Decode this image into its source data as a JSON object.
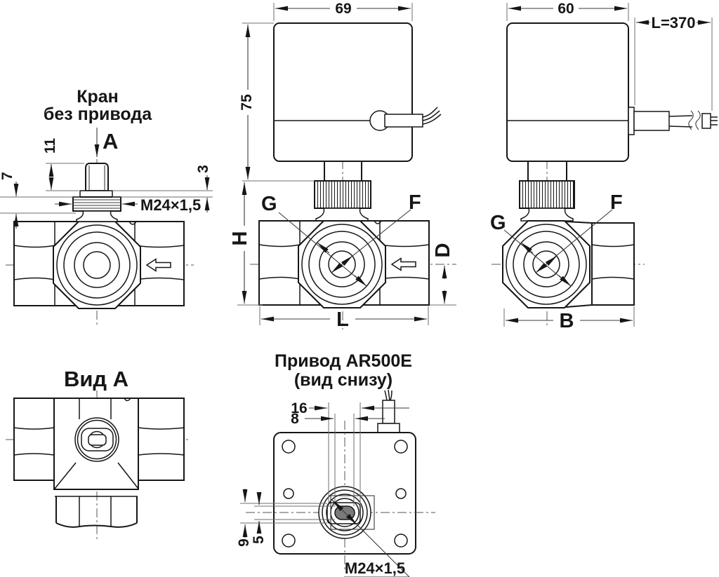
{
  "colors": {
    "line": "#161616",
    "thin_line": "#3a3a3a",
    "centerline": "#555555",
    "slot_fill": "#7a7a7a",
    "background": "#ffffff"
  },
  "views": {
    "valve_without_actuator": {
      "title_line1": "Кран",
      "title_line2": "без привода",
      "view_label": "A",
      "dim_stem_height": "11",
      "dim_collar_height": "7",
      "dim_flange_height": "3",
      "thread_label": "M24×1,5"
    },
    "valve_with_actuator_front": {
      "dim_width": "69",
      "dim_height": "75",
      "dim_body_height": "H",
      "dim_port": "D",
      "dim_length": "L",
      "label_thread": "G",
      "label_bore": "F"
    },
    "valve_with_actuator_side": {
      "dim_width": "60",
      "dim_cable_length": "L=370",
      "dim_body_width": "B",
      "label_thread": "G",
      "label_bore": "F"
    },
    "view_a": {
      "title": "Вид А"
    },
    "actuator_bottom": {
      "title_line1": "Привод AR500E",
      "title_line2": "(вид снизу)",
      "dim_flange_width": "16",
      "dim_slot_width": "8",
      "dim_flange_height": "9",
      "dim_slot_height": "5",
      "thread_label": "M24×1,5"
    }
  }
}
